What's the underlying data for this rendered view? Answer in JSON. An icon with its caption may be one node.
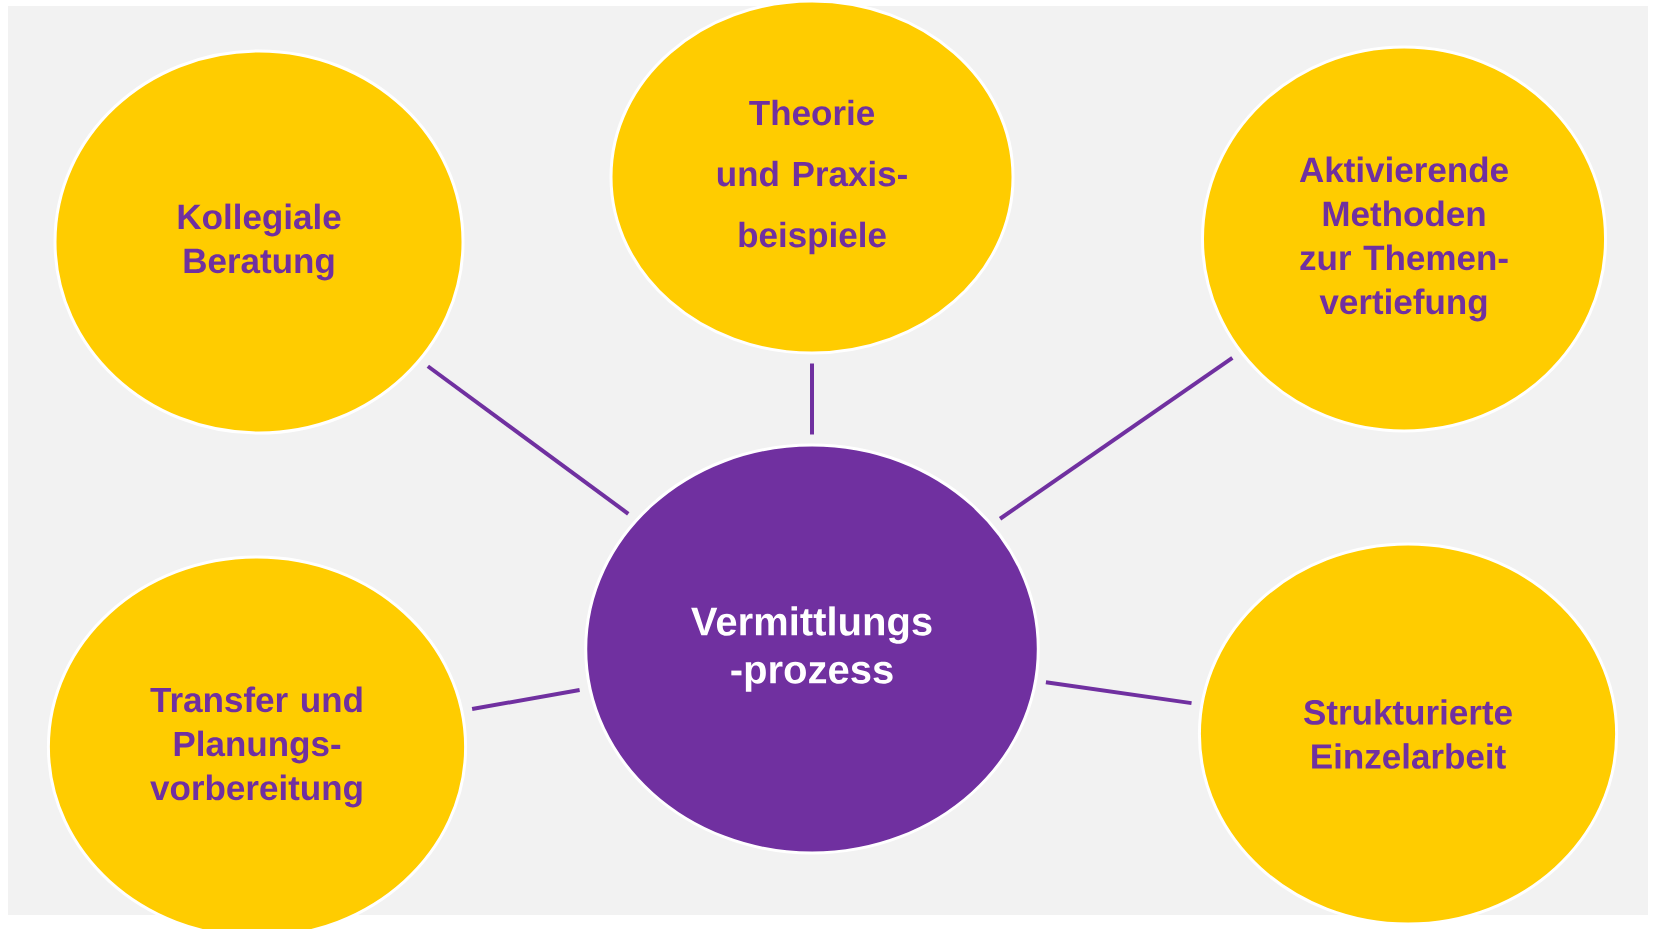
{
  "diagram": {
    "nodes": [
      {
        "text": [
          "Theorie und Praxis- beispiele"
        ]
      },
      {
        "text": [
          "Kollegiale Beratung"
        ]
      },
      {
        "text": [
          "Aktivierende Methoden zur Themen- vertiefung"
        ]
      },
      {
        "text": [
          "Vermittlungs -prozess"
        ]
      },
      {
        "text": [
          "Transfer und Planungs- vorbereitung"
        ]
      },
      {
        "text": [
          "Strukturierte Einzelarbeit"
        ]
      }
    ],
    "edges": [
      {
        "from": 3,
        "to": 0,
        "arrow": "none"
      },
      {
        "from": 3,
        "to": 1,
        "arrow": "none"
      },
      {
        "from": 3,
        "to": 2,
        "arrow": "none"
      },
      {
        "from": 3,
        "to": 4,
        "arrow": "none"
      },
      {
        "from": 3,
        "to": 5,
        "arrow": "none"
      }
    ]
  }
}
